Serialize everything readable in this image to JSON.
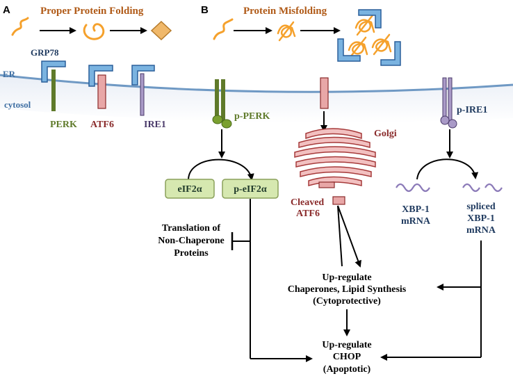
{
  "panels": {
    "a": "A",
    "b": "B"
  },
  "headings": {
    "proper_folding": "Proper Protein Folding",
    "misfolding": "Protein Misfolding"
  },
  "membrane": {
    "er_label": "ER",
    "cytosol_label": "cytosol",
    "grp78_label": "GRP78"
  },
  "sensors": {
    "perk": "PERK",
    "atf6": "ATF6",
    "ire1": "IRE1",
    "p_perk": "p-PERK",
    "p_ire1": "p-IRE1"
  },
  "perk_branch": {
    "eif2a": "eIF2α",
    "p_eif2a": "p-eIF2α",
    "translation_lines": [
      "Translation of",
      "Non-Chaperone",
      "Proteins"
    ]
  },
  "atf6_branch": {
    "golgi": "Golgi",
    "cleaved_lines": [
      "Cleaved",
      "ATF6"
    ]
  },
  "ire1_branch": {
    "xbp1_lines": [
      "XBP-1",
      "mRNA"
    ],
    "spliced_lines": [
      "spliced",
      "XBP-1",
      "mRNA"
    ]
  },
  "outcomes": {
    "chaperone_lines": [
      "Up-regulate",
      "Chaperones, Lipid Synthesis",
      "(Cytoprotective)"
    ],
    "chop_lines": [
      "Up-regulate",
      "CHOP",
      "(Apoptotic)"
    ]
  },
  "colors": {
    "heading": "#b05a17",
    "orange": "#f5a12c",
    "er_blue": "#3f6fa3",
    "grp78_fill": "#7ab3e0",
    "grp78_edge": "#2a5f9a",
    "perk": "#5f7a2a",
    "atf6": "#8a2b2b",
    "atf6_fill": "#e8a7a7",
    "ire1": "#4a3a6a",
    "ire1_fill": "#a99ac7",
    "navy": "#1f3a5f",
    "box_fill": "#d6e8b0",
    "box_edge": "#8aa05a"
  }
}
